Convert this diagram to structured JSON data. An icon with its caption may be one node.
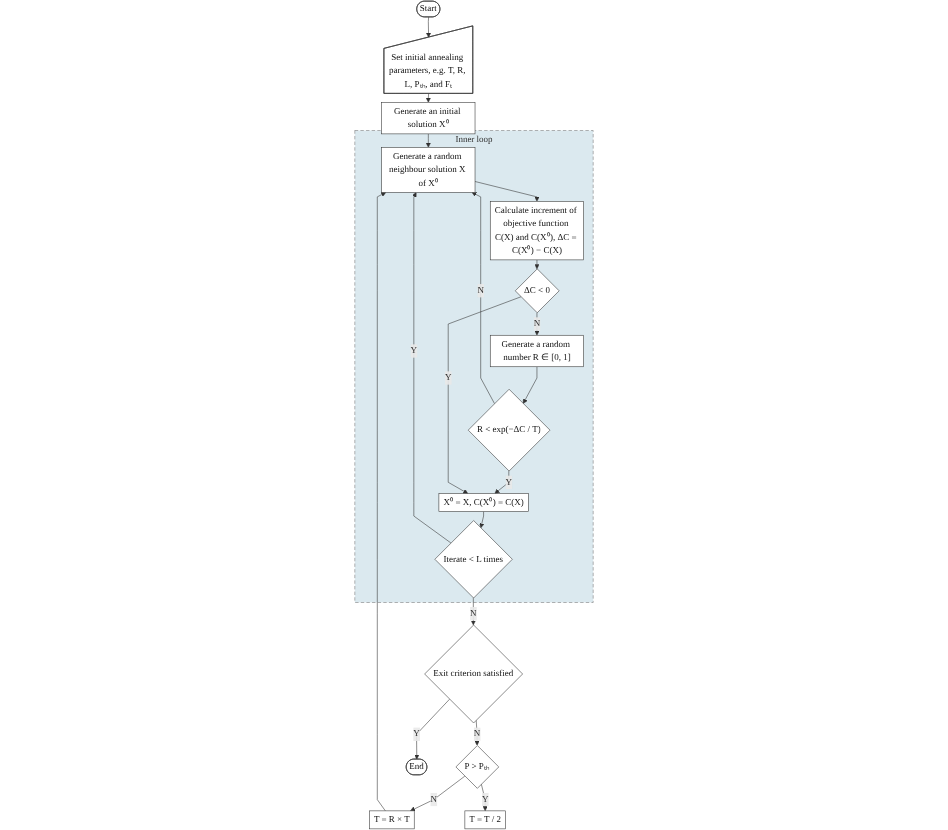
{
  "diagram": {
    "nodes": [
      {
        "text": [
          "Start"
        ]
      },
      {
        "text": [
          "Set initial annealing parameters, e.g. T, R, L, Pₜₕ, and Fₜ"
        ]
      },
      {
        "text": [
          "Generate an initial solution X⁰"
        ]
      },
      {
        "text": [
          "Inner loop"
        ]
      },
      {
        "text": [
          "Generate a random neighbour solution X of X⁰"
        ],
        "in": 3
      },
      {
        "text": [
          "Calculate increment of objective function C(X) and C(X⁰), ΔC = C(X⁰) − C(X)"
        ],
        "in": 3
      },
      {
        "text": [
          "ΔC < 0"
        ],
        "in": 3
      },
      {
        "text": [
          "Generate a random number R ∈ [0, 1]"
        ],
        "in": 3
      },
      {
        "text": [
          "R < exp(−ΔC / T)"
        ],
        "in": 3
      },
      {
        "text": [
          "X⁰ = X, C(X⁰) = C(X)"
        ],
        "in": 3
      },
      {
        "text": [
          "Iterate < L times"
        ],
        "in": 3
      },
      {
        "text": [
          "Exit criterion satisfied"
        ]
      },
      {
        "text": [
          "P > Pₜₕ"
        ]
      },
      {
        "text": [
          "T = R × T"
        ]
      },
      {
        "text": [
          "End"
        ]
      },
      {
        "text": [
          "T = T / 2"
        ]
      }
    ],
    "edges": [
      {
        "from": 0,
        "to": 1,
        "arrow": "to"
      },
      {
        "from": 1,
        "to": 2,
        "arrow": "to"
      },
      {
        "from": 2,
        "to": 4,
        "arrow": "to"
      },
      {
        "from": 4,
        "to": 5,
        "arrow": "to"
      },
      {
        "from": 5,
        "to": 6,
        "arrow": "to"
      },
      {
        "from": 6,
        "to": 7,
        "arrow": "to",
        "label": "N"
      },
      {
        "from": 7,
        "to": 8,
        "arrow": "to"
      },
      {
        "from": 8,
        "to": 4,
        "arrow": "to",
        "label": "N"
      },
      {
        "from": 8,
        "to": 9,
        "arrow": "to",
        "label": "Y"
      },
      {
        "from": 6,
        "to": 9,
        "arrow": "to",
        "label": "Y"
      },
      {
        "from": 9,
        "to": 10,
        "arrow": "to"
      },
      {
        "from": 10,
        "to": 4,
        "arrow": "to",
        "label": "Y"
      },
      {
        "from": 10,
        "to": 11,
        "arrow": "to",
        "label": "N"
      },
      {
        "from": 11,
        "to": 12,
        "arrow": "to",
        "label": "N"
      },
      {
        "from": 12,
        "to": 13,
        "arrow": "to",
        "label": "N"
      },
      {
        "from": 11,
        "to": 14,
        "arrow": "to",
        "label": "Y"
      },
      {
        "from": 12,
        "to": 15,
        "arrow": "to",
        "label": "Y"
      },
      {
        "from": 13,
        "to": 4,
        "arrow": "to"
      }
    ]
  }
}
